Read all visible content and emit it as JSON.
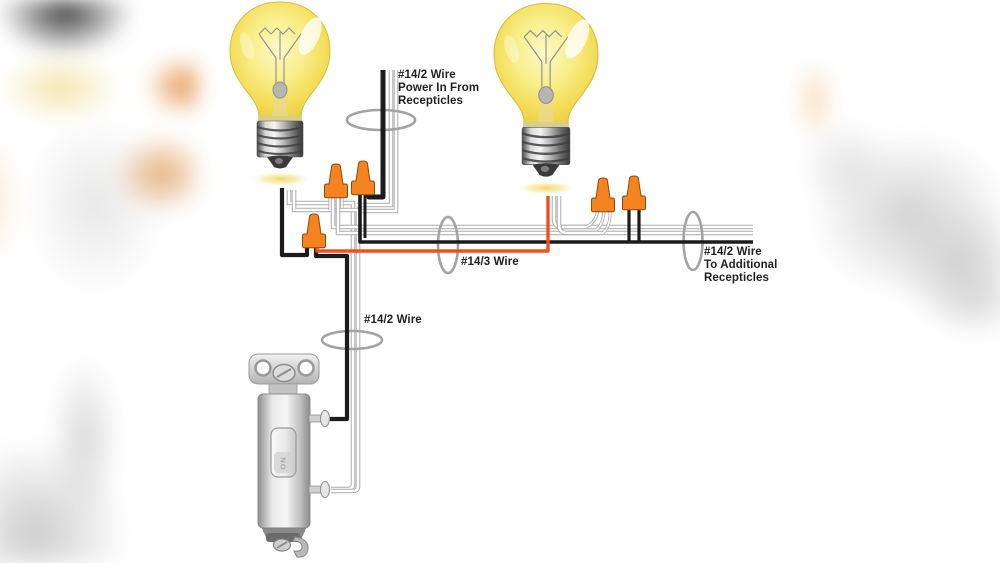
{
  "labels": {
    "power_in": {
      "line1": "#14/2 Wire",
      "line2": "Power In From",
      "line3": "Recepticles"
    },
    "wire_14_3": "#14/3 Wire",
    "to_additional": {
      "line1": "#14/2 Wire",
      "line2": "To Additional",
      "line3": "Recepticles"
    },
    "switch_leg": "#14/2 Wire",
    "switch_toggle": "ON"
  },
  "colors": {
    "wire_black": "#1c1c1c",
    "wire_white": "#ffffff",
    "wire_white_outline": "#ababab",
    "wire_orange": "#f04f23",
    "wire_nut_orange": "#f5831f",
    "loop_gray": "#a3a3a3",
    "bulb_glass_yellow": "#f3dc55",
    "label_text": "#231f20",
    "background": "#ffffff"
  },
  "components": {
    "bulbs": [
      "light-bulb-left",
      "light-bulb-right"
    ],
    "switch": "single-pole-toggle-switch",
    "wire_nut_count": 5,
    "cable_loop_count": 4
  }
}
